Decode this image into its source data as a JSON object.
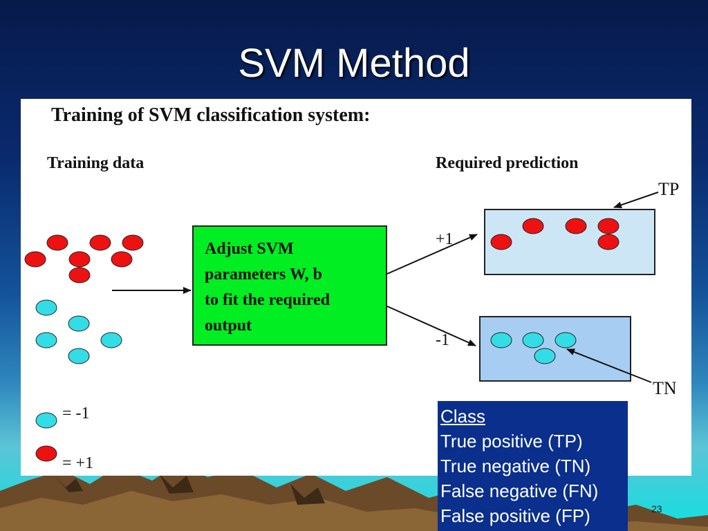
{
  "slide": {
    "title": "SVM Method",
    "page_number": "23"
  },
  "diagram": {
    "title": "Training of SVM classification system:",
    "training_label": "Training data",
    "prediction_label": "Required prediction",
    "svm_box_lines": [
      "Adjust SVM",
      "parameters W, b",
      "to fit the required",
      "output"
    ],
    "positive_output": "+1",
    "negative_output": "-1",
    "tp_label": "TP",
    "tn_label": "TN",
    "legend": {
      "negative": "= -1",
      "positive": "= +1"
    },
    "colors": {
      "positive_point": "#ee1111",
      "negative_point": "#33dde6",
      "svm_box": "#00ee22"
    }
  },
  "class_table": {
    "header": "Class",
    "rows": [
      "True positive (TP)",
      "True negative (TN)",
      "False negative (FN)",
      "False positive (FP)"
    ]
  }
}
